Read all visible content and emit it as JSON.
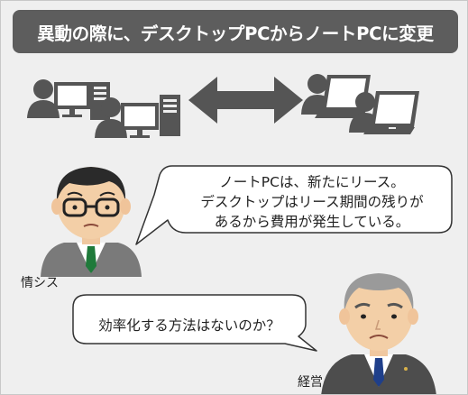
{
  "title": "異動の際に、デスクトップPCからノートPCに変更",
  "speech_top": {
    "line1": "ノートPCは、新たにリース。",
    "line2": "デスクトップはリース期間の残りが",
    "line3": "あるから費用が発生している。"
  },
  "speech_bottom": {
    "text": "効率化する方法はないのか？"
  },
  "labels": {
    "it_staff": "情シス",
    "management": "経営"
  },
  "colors": {
    "title_bg": "#5d5d5d",
    "icon_gray": "#555555",
    "background": "#efefef"
  }
}
